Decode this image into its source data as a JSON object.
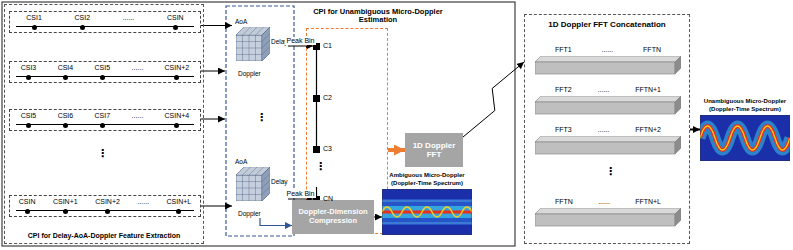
{
  "diagram": {
    "nodes": [
      {
        "text": [
          "CPI for Delay-AoA-Doppler Feature Extraction"
        ]
      },
      {
        "text": [
          "CSI1",
          "CSI2",
          "......",
          "CSIN"
        ],
        "in": 0
      },
      {
        "text": [
          "CSI3",
          "CSI4",
          "CSI5",
          "......",
          "CSIN+2"
        ],
        "in": 0
      },
      {
        "text": [
          "CSI5",
          "CSI6",
          "CSI7",
          "......",
          "CSIN+4"
        ],
        "in": 0
      },
      {
        "text": [
          "CSIN",
          "CSIN+1",
          "CSIN+2",
          "......",
          "CSIN+L"
        ],
        "in": 0
      },
      {
        "text": [
          "AoA",
          "Delay",
          "Doppler"
        ]
      },
      {
        "text": [
          "AoA",
          "Delay",
          "Doppler"
        ]
      },
      {
        "text": [
          "CPI for Unambiguous Micro-Doppler Estimation"
        ]
      },
      {
        "text": [
          "C1"
        ],
        "in": 7
      },
      {
        "text": [
          "C2"
        ],
        "in": 7
      },
      {
        "text": [
          "C3"
        ],
        "in": 7
      },
      {
        "text": [
          "CN"
        ],
        "in": 7
      },
      {
        "text": [
          "1D Doppler FFT"
        ]
      },
      {
        "text": [
          "Doppler-Dimension Compression"
        ]
      },
      {
        "text": [
          "Ambiguous Micro-Doppler (Doppler-Time Spectrum)"
        ]
      },
      {
        "text": [
          "1D Doppler FFT Concatenation"
        ]
      },
      {
        "text": [
          "FFT1",
          "......",
          "FFTN"
        ],
        "in": 15
      },
      {
        "text": [
          "FFT2",
          "......",
          "FFTN+1"
        ],
        "in": 15
      },
      {
        "text": [
          "FFT3",
          "......",
          "FFTN+2"
        ],
        "in": 15
      },
      {
        "text": [
          "FFTN",
          "......",
          "FFTN+L"
        ],
        "in": 15
      },
      {
        "text": [
          "Unambiguous Micro-Doppler (Doppler-Time Spectrum)"
        ]
      }
    ],
    "edges": [
      {
        "from": 1,
        "to": 5,
        "arrow": "to"
      },
      {
        "from": 4,
        "to": 6,
        "arrow": "to"
      },
      {
        "from": 5,
        "to": 8,
        "arrow": "to",
        "label": "Peak Bin"
      },
      {
        "from": 6,
        "to": 11,
        "arrow": "to",
        "label": "Peak Bin"
      },
      {
        "from": 7,
        "to": 12,
        "arrow": "to"
      },
      {
        "from": 6,
        "to": 13,
        "arrow": "to"
      },
      {
        "from": 13,
        "to": 14,
        "arrow": "to"
      },
      {
        "from": 12,
        "to": 15,
        "arrow": "to"
      },
      {
        "from": 15,
        "to": 20,
        "arrow": "to"
      }
    ],
    "labels": [
      "⋮",
      "⋮",
      "⋮",
      "⋮"
    ]
  }
}
